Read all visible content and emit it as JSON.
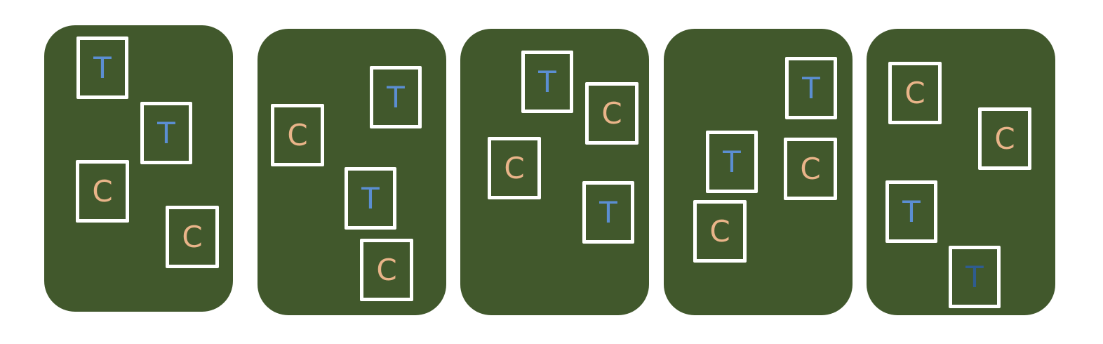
{
  "colors": {
    "panel": "#41582c",
    "box_border": "#ffffff",
    "letter_T": "#5b8ed2",
    "letter_T_dark": "#2f5c8f",
    "letter_C": "#e9b489"
  },
  "panels": [
    {
      "items": [
        {
          "letter": "T"
        },
        {
          "letter": "T"
        },
        {
          "letter": "C"
        },
        {
          "letter": "C"
        }
      ]
    },
    {
      "items": [
        {
          "letter": "T"
        },
        {
          "letter": "C"
        },
        {
          "letter": "T"
        },
        {
          "letter": "C"
        }
      ]
    },
    {
      "items": [
        {
          "letter": "T"
        },
        {
          "letter": "C"
        },
        {
          "letter": "C"
        },
        {
          "letter": "T"
        }
      ]
    },
    {
      "items": [
        {
          "letter": "T"
        },
        {
          "letter": "T"
        },
        {
          "letter": "C"
        },
        {
          "letter": "C"
        }
      ]
    },
    {
      "items": [
        {
          "letter": "C"
        },
        {
          "letter": "C"
        },
        {
          "letter": "T"
        },
        {
          "letter": "T",
          "tone": "dark"
        }
      ]
    }
  ]
}
